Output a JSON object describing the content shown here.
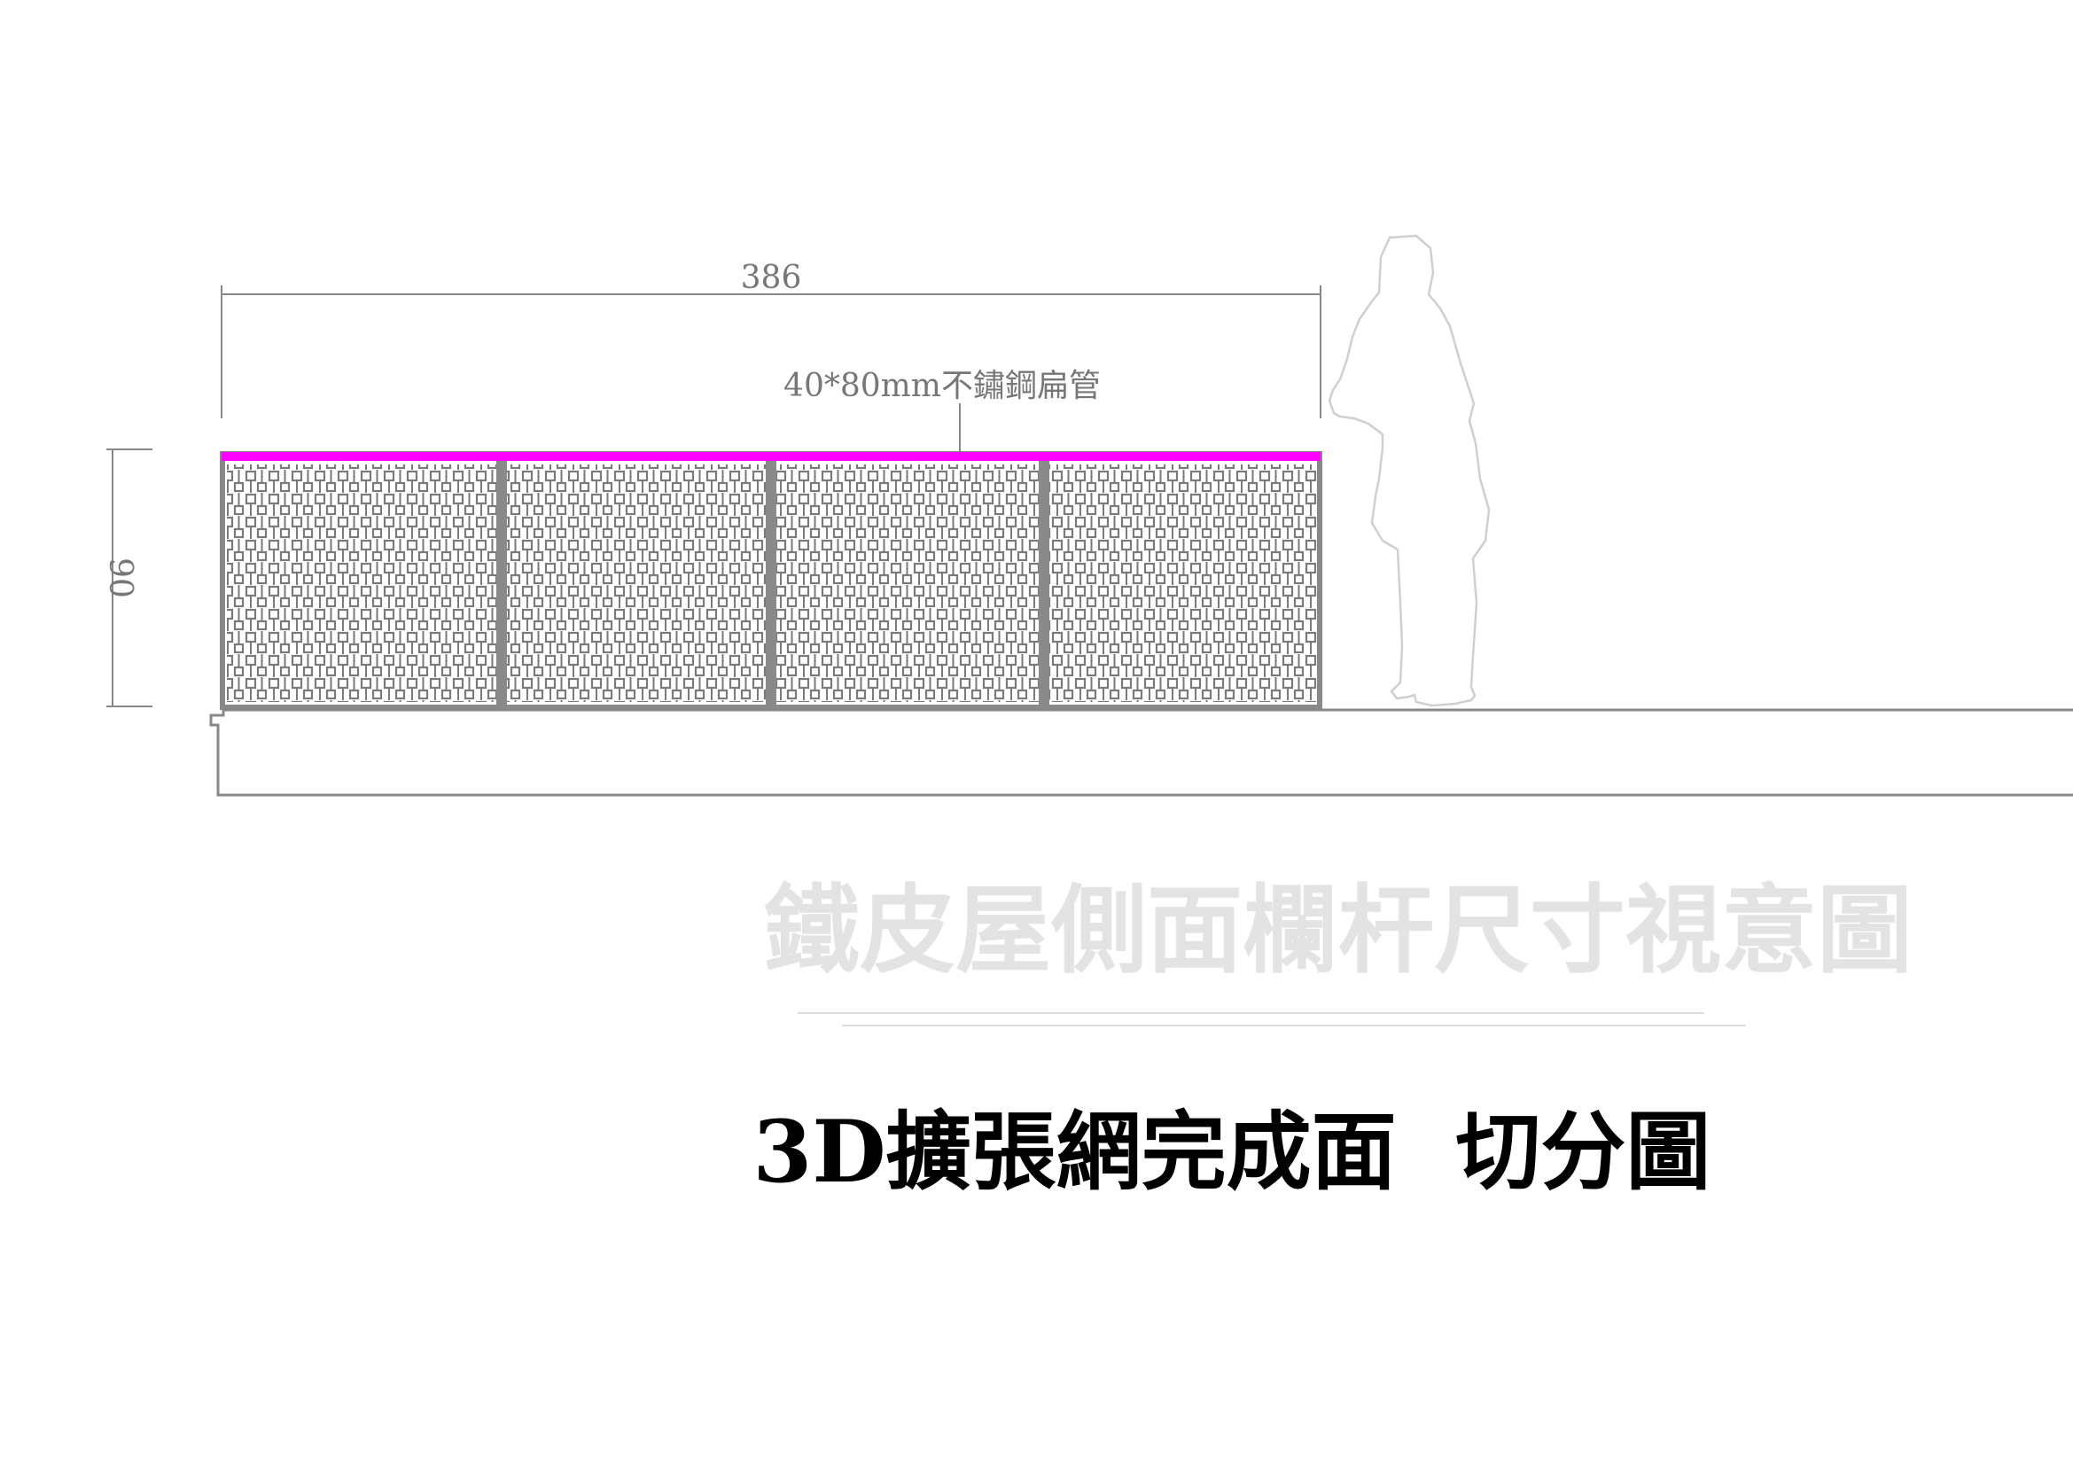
{
  "drawing": {
    "width_dimension": "386",
    "height_dimension": "90",
    "top_rail_note": "40*80mm不鏽鋼扁管",
    "panel_count": 4,
    "watermark_title": "鐵皮屋側面欄杆尺寸視意圖",
    "main_title": "3D擴張網完成面  切分圖"
  },
  "colors": {
    "top_rail": "#ff00ff",
    "frame": "#888888",
    "mesh": "#7a7a7a",
    "dimension": "#777777",
    "figure_outline": "#cfcfcf",
    "watermark": "#e3e3e3",
    "title": "#000000"
  }
}
